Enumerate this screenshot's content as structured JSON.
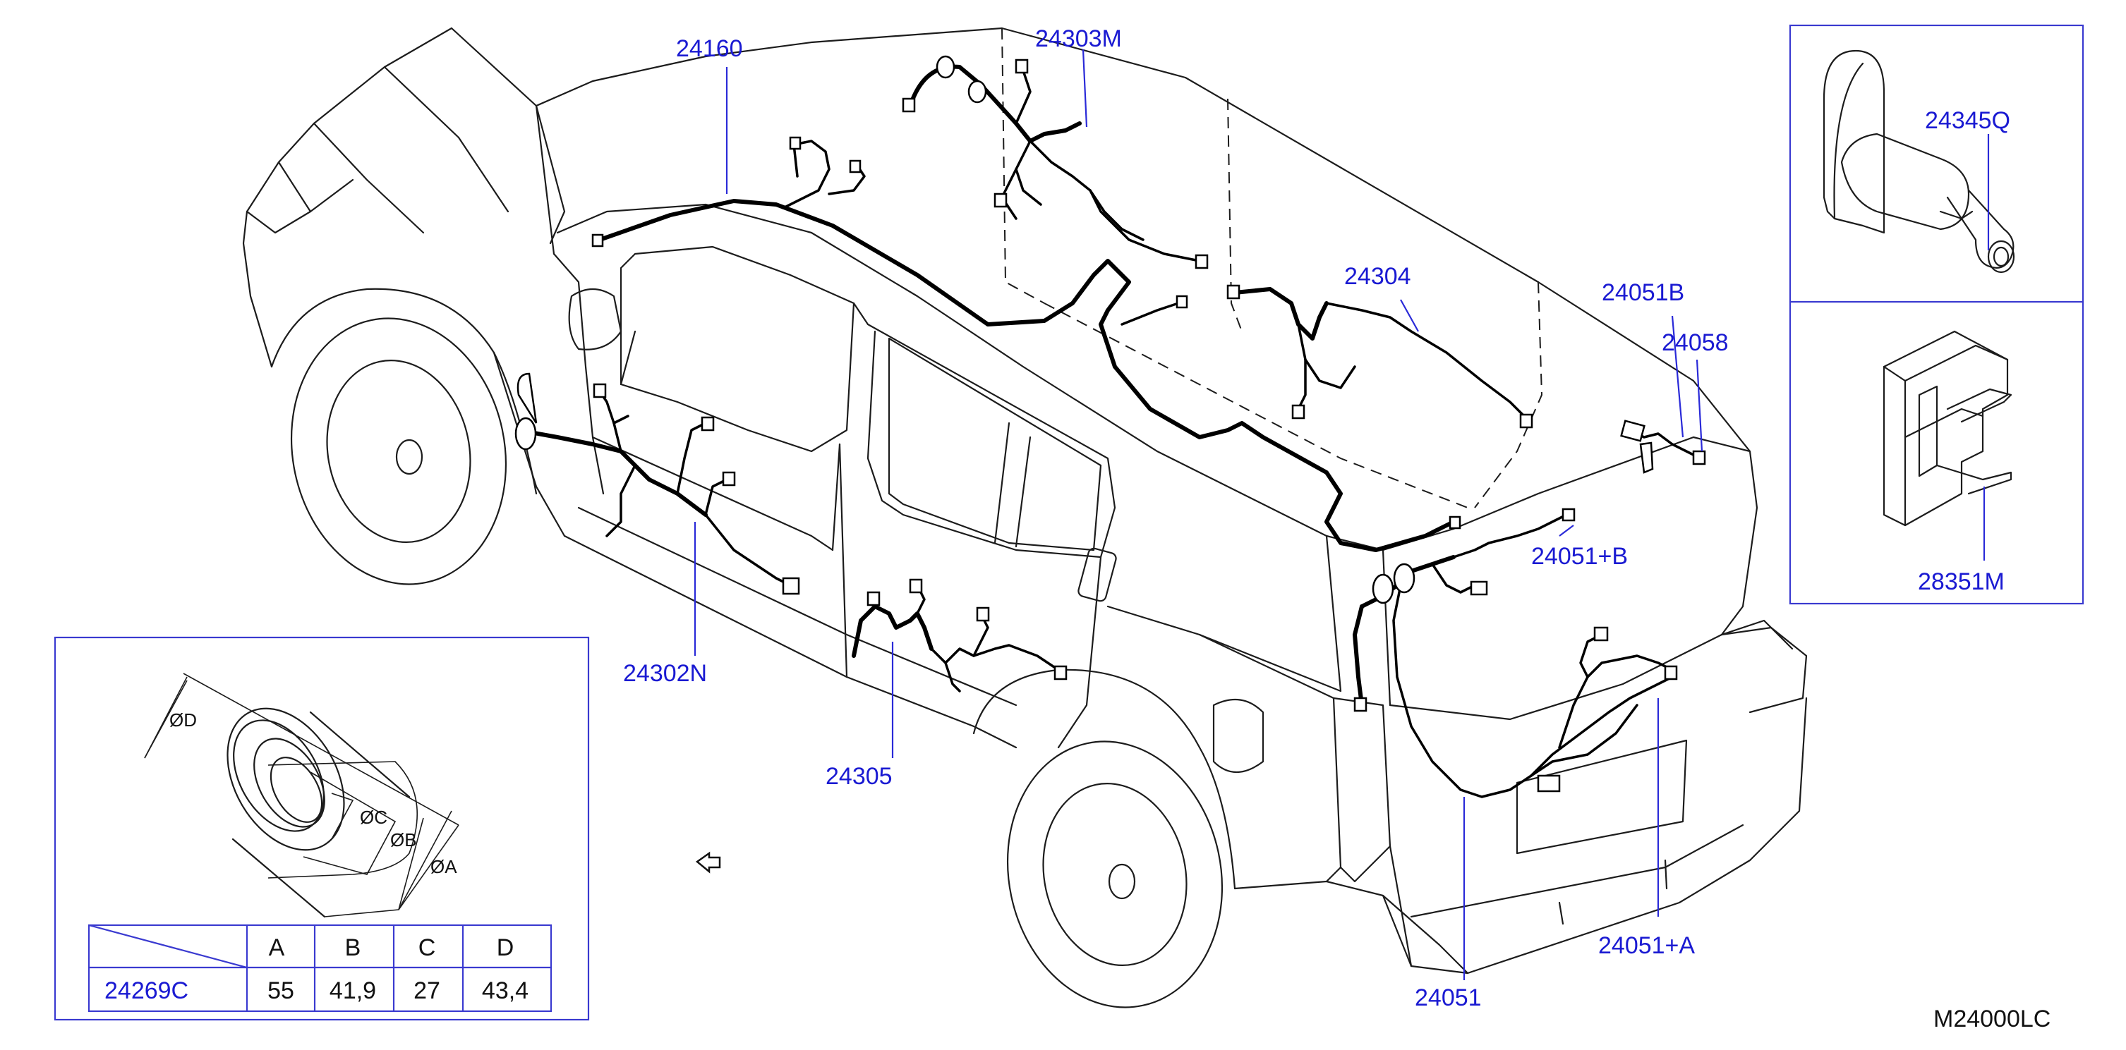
{
  "diagram": {
    "drawing_code": "M24000LC",
    "part_labels": [
      "24160",
      "24303M",
      "24304",
      "24051B",
      "24058",
      "24051+B",
      "24302N",
      "24305",
      "24051",
      "24051+A",
      "24345Q",
      "28351M"
    ],
    "grommet_detail": {
      "dimension_labels": [
        "ØD",
        "ØC",
        "ØB",
        "ØA"
      ],
      "table": {
        "headers": [
          "",
          "A",
          "B",
          "C",
          "D"
        ],
        "rows": [
          [
            "24269C",
            "55",
            "41,9",
            "27",
            "43,4"
          ]
        ]
      }
    },
    "arrow_glyph": "front-arrow-icon",
    "colors": {
      "label_blue": "#1a1ad2",
      "line": "#1c1c1c",
      "harness": "#000000",
      "box_border": "#3a3ad0"
    }
  }
}
